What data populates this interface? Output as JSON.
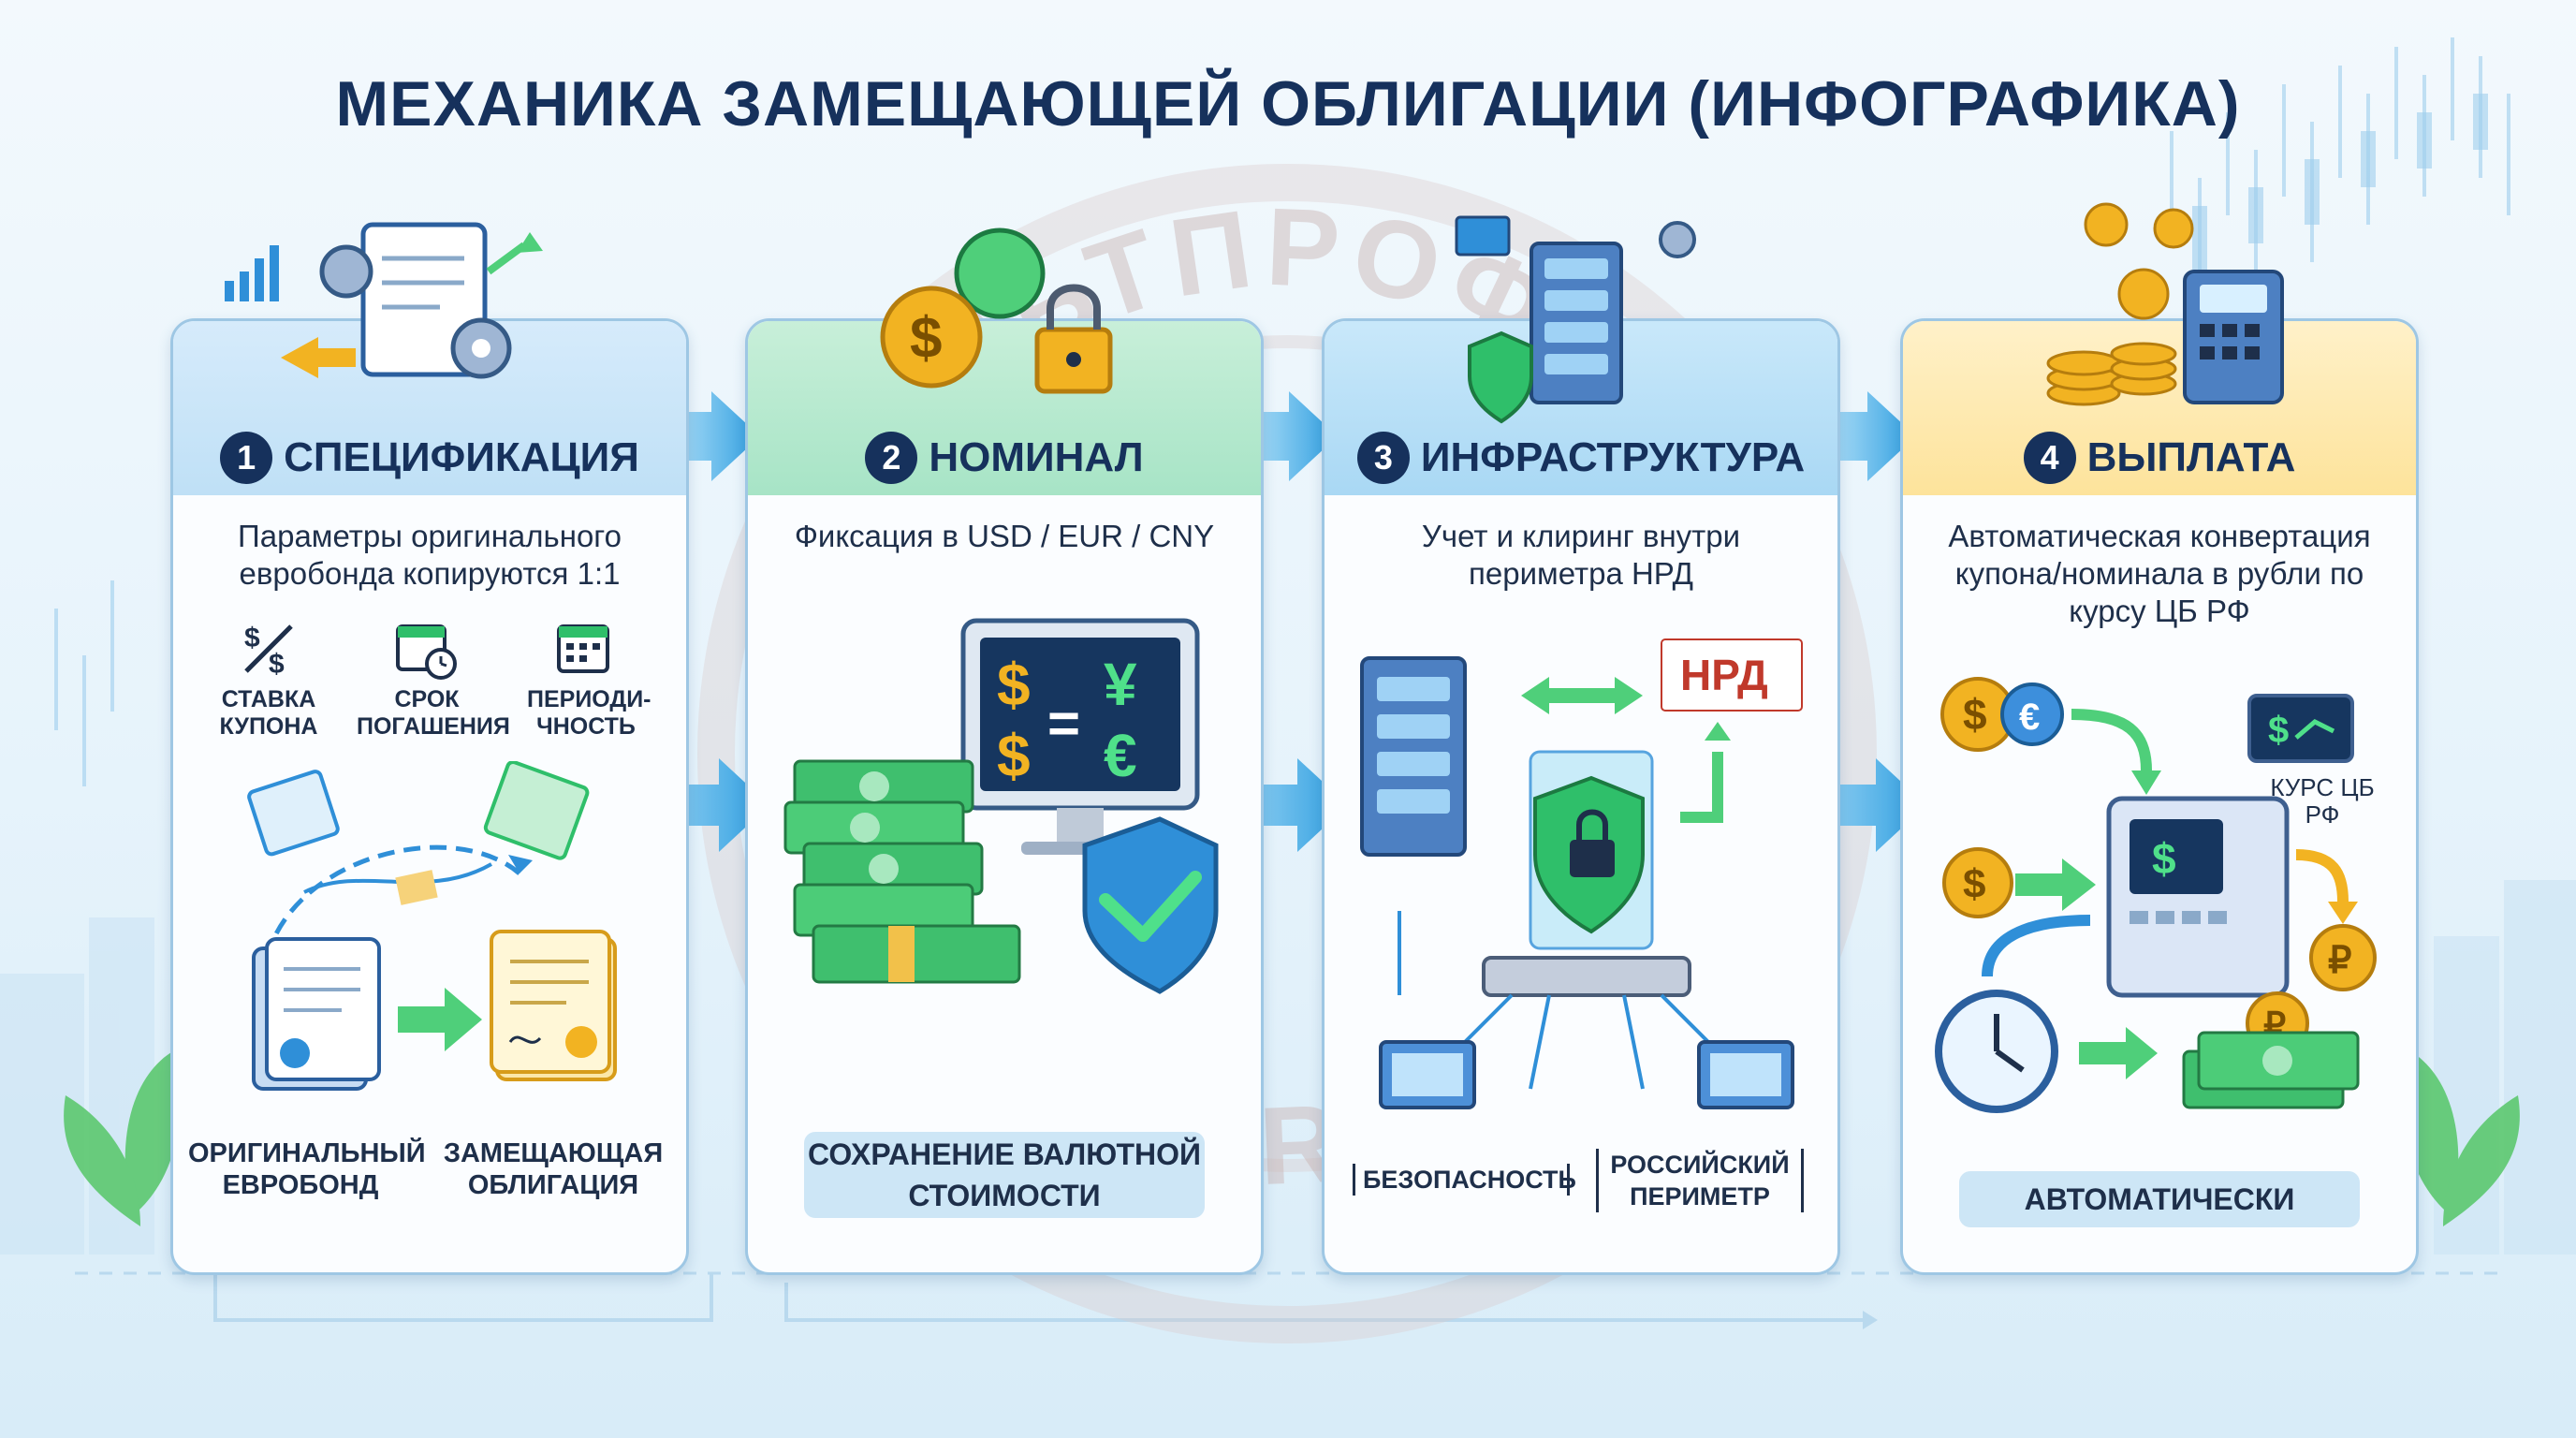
{
  "title": "МЕХАНИКА ЗАМЕЩАЮЩЕЙ ОБЛИГАЦИИ (ИНФОГРАФИКА)",
  "watermark": {
    "top_text": "КУЛЬТПРОФИТА",
    "bottom_text": "KULTPROFITA"
  },
  "steps": [
    {
      "number": "1",
      "title": "СПЕЦИФИКАЦИЯ",
      "description": "Параметры оригинального евробонда копируются 1:1",
      "params": [
        {
          "icon": "dollar-swap-icon",
          "label": "СТАВКА КУПОНА"
        },
        {
          "icon": "calendar-clock-icon",
          "label": "СРОК ПОГАШЕНИЯ"
        },
        {
          "icon": "calendar-icon",
          "label": "ПЕРИОДИ-ЧНОСТЬ"
        }
      ],
      "original_label": "ОРИГИНАЛЬНЫЙ ЕВРОБОНД",
      "replacement_label": "ЗАМЕЩАЮЩАЯ ОБЛИГАЦИЯ"
    },
    {
      "number": "2",
      "title": "НОМИНАЛ",
      "description": "Фиксация в USD / EUR / CNY",
      "screen_symbols": {
        "dollar": "$",
        "equals": "=",
        "yen": "¥",
        "euro": "€"
      },
      "footer": "СОХРАНЕНИЕ ВАЛЮТНОЙ СТОИМОСТИ"
    },
    {
      "number": "3",
      "title": "ИНФРАСТРУКТУРА",
      "description": "Учет и клиринг внутри периметра НРД",
      "nrd_logo": "НРД",
      "tags": [
        "БЕЗОПАСНОСТЬ",
        "РОССИЙСКИЙ ПЕРИМЕТР"
      ]
    },
    {
      "number": "4",
      "title": "ВЫПЛАТА",
      "description": "Автоматическая конвертация купона/номинала в рубли по курсу ЦБ РФ",
      "rate_label": "КУРС ЦБ РФ",
      "footer": "АВТОМАТИЧЕСКИ",
      "symbols": {
        "dollar": "$",
        "euro": "€",
        "ruble": "₽"
      }
    }
  ],
  "colors": {
    "navy": "#16315c",
    "green": "#2fbf6a",
    "blue": "#2f8fd8",
    "gold": "#f2b322",
    "panel_border": "#9ec7e4"
  }
}
